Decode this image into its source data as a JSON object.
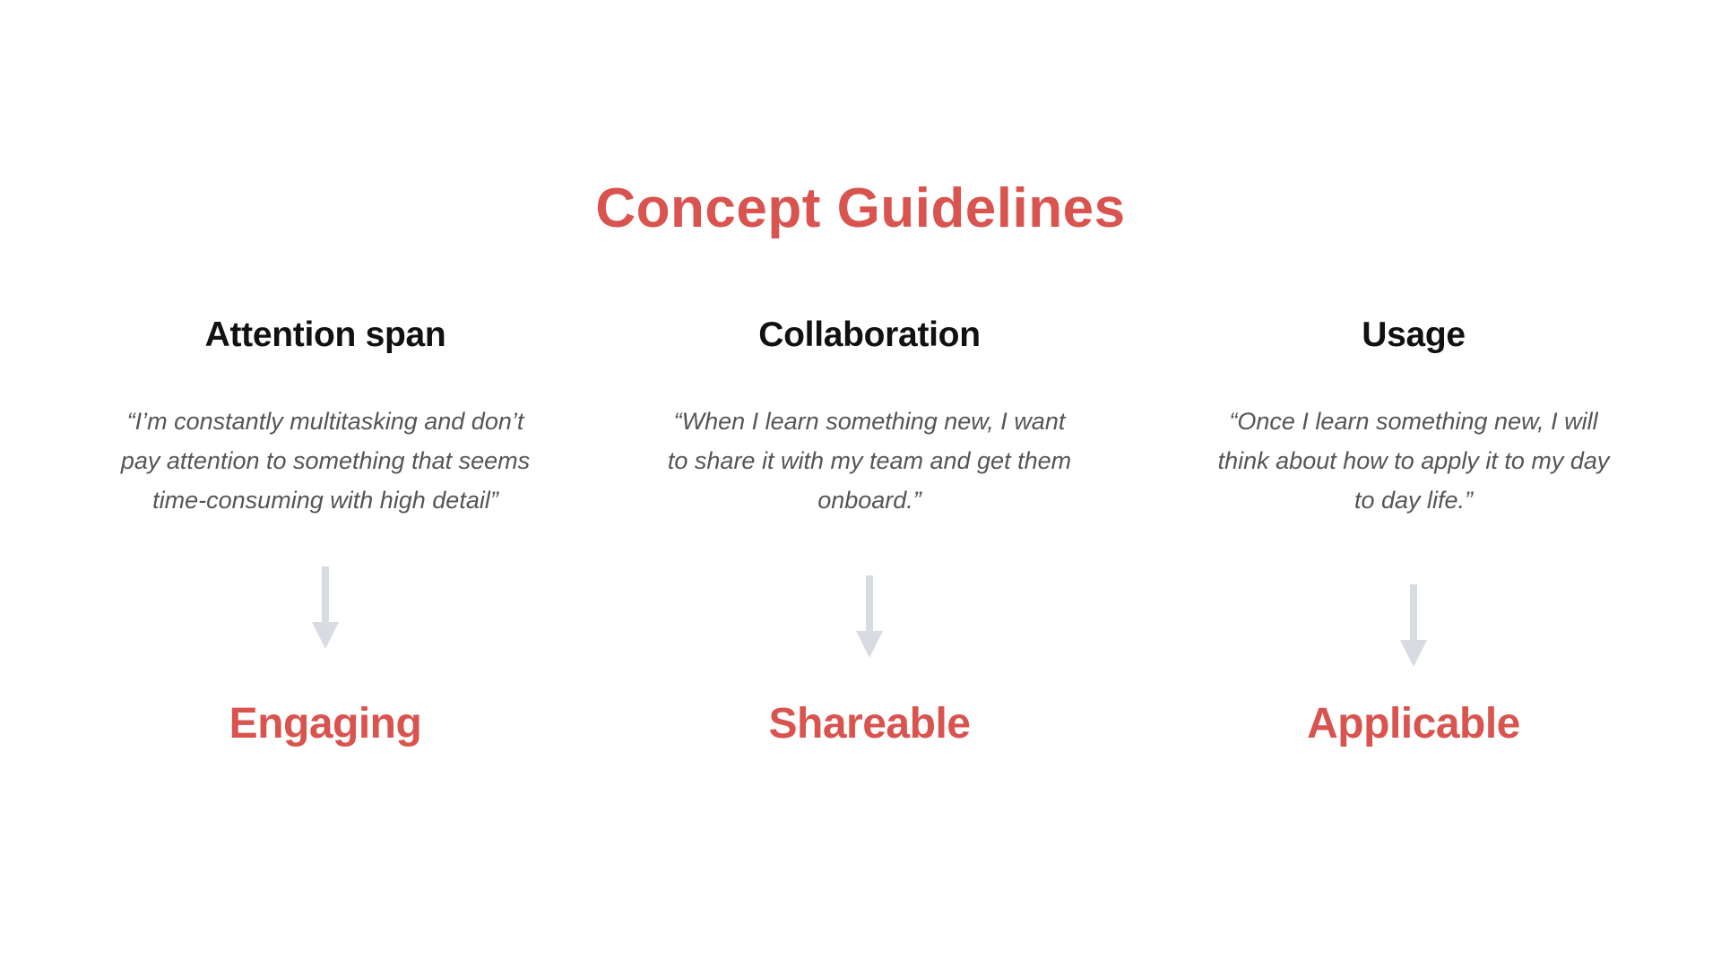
{
  "colors": {
    "accent": "#d9534f",
    "heading": "#111111",
    "quote": "#555555",
    "arrow": "#d8dce2"
  },
  "title": "Concept Guidelines",
  "columns": [
    {
      "heading": "Attention span",
      "quote_lines": [
        "“I’m constantly multitasking and don’t",
        "pay attention to something that seems",
        "time-consuming with high detail”"
      ],
      "arrow_icon": "arrow-down-icon",
      "result": "Engaging"
    },
    {
      "heading": "Collaboration",
      "quote_lines": [
        "“When I learn something new, I want",
        "to share it with my team and get them",
        "onboard.”"
      ],
      "arrow_icon": "arrow-down-icon",
      "result": "Shareable"
    },
    {
      "heading": "Usage",
      "quote_lines": [
        "“Once I learn something new, I will",
        "think about how to apply it to my day",
        "to day life.”"
      ],
      "arrow_icon": "arrow-down-icon",
      "result": "Applicable"
    }
  ]
}
